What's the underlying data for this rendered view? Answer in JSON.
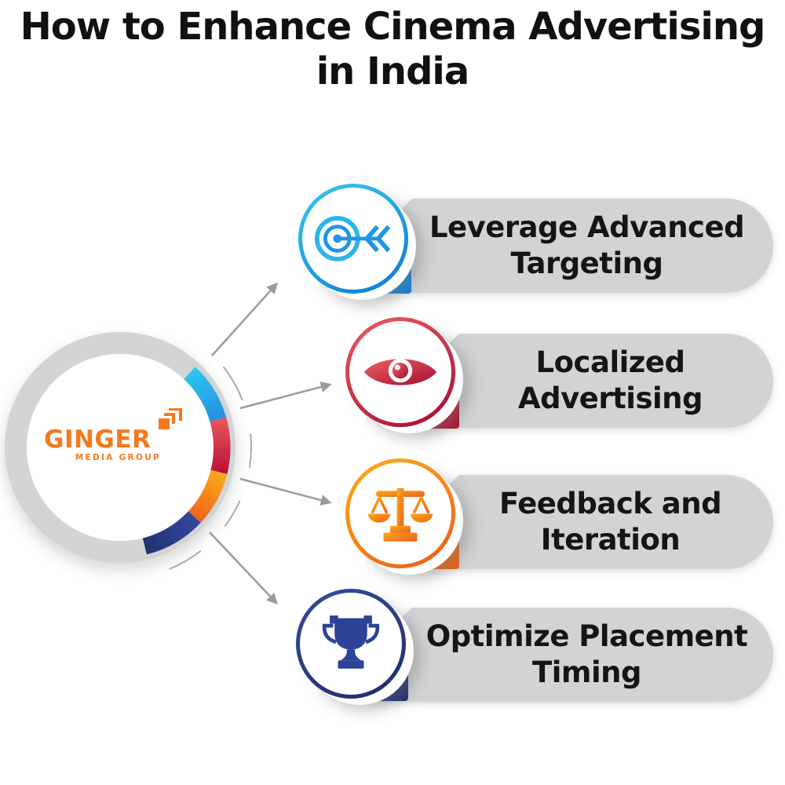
{
  "title": {
    "line1": "How to Enhance Cinema Advertising",
    "line2": "in India"
  },
  "center": {
    "logo_text": "GINGER",
    "logo_subtitle": "MEDIA GROUP",
    "logo_color": "#f5791d",
    "logo_icon": "layered-corners-icon",
    "ring_color": "#d3d4d6",
    "arc_segments": [
      {
        "name": "cyan-arc",
        "from": "#2ecdee",
        "to": "#2489e4"
      },
      {
        "name": "red-arc",
        "from": "#ec5b60",
        "to": "#b60f36"
      },
      {
        "name": "orange-arc",
        "from": "#fcae1e",
        "to": "#ef5f17"
      },
      {
        "name": "navy-arc",
        "from": "#31479e",
        "to": "#22316f"
      }
    ]
  },
  "items": [
    {
      "line1": "Leverage Advanced",
      "line2": "Targeting",
      "icon": "target-dart-icon",
      "color_light": "#35c6ee",
      "color_dark": "#0e7cd6",
      "icon_color": "#1f96e3"
    },
    {
      "line1": "Localized",
      "line2": "Advertising",
      "icon": "eye-icon",
      "color_light": "#e85a60",
      "color_dark": "#a80f31",
      "icon_color": "#c01236"
    },
    {
      "line1": "Feedback and",
      "line2": "Iteration",
      "icon": "balance-scale-icon",
      "color_light": "#fbaa1e",
      "color_dark": "#ee5f17",
      "icon_color": "#f68b1f"
    },
    {
      "line1": "Optimize Placement",
      "line2": "Timing",
      "icon": "trophy-icon",
      "color_light": "#35499c",
      "color_dark": "#1f2e6b",
      "icon_color": "#2b4296"
    }
  ],
  "colors": {
    "background": "#ffffff",
    "pill_bg": "#d2d3d5",
    "arrow": "#9a9a9a",
    "text": "#151515",
    "title_text": "#111111"
  }
}
